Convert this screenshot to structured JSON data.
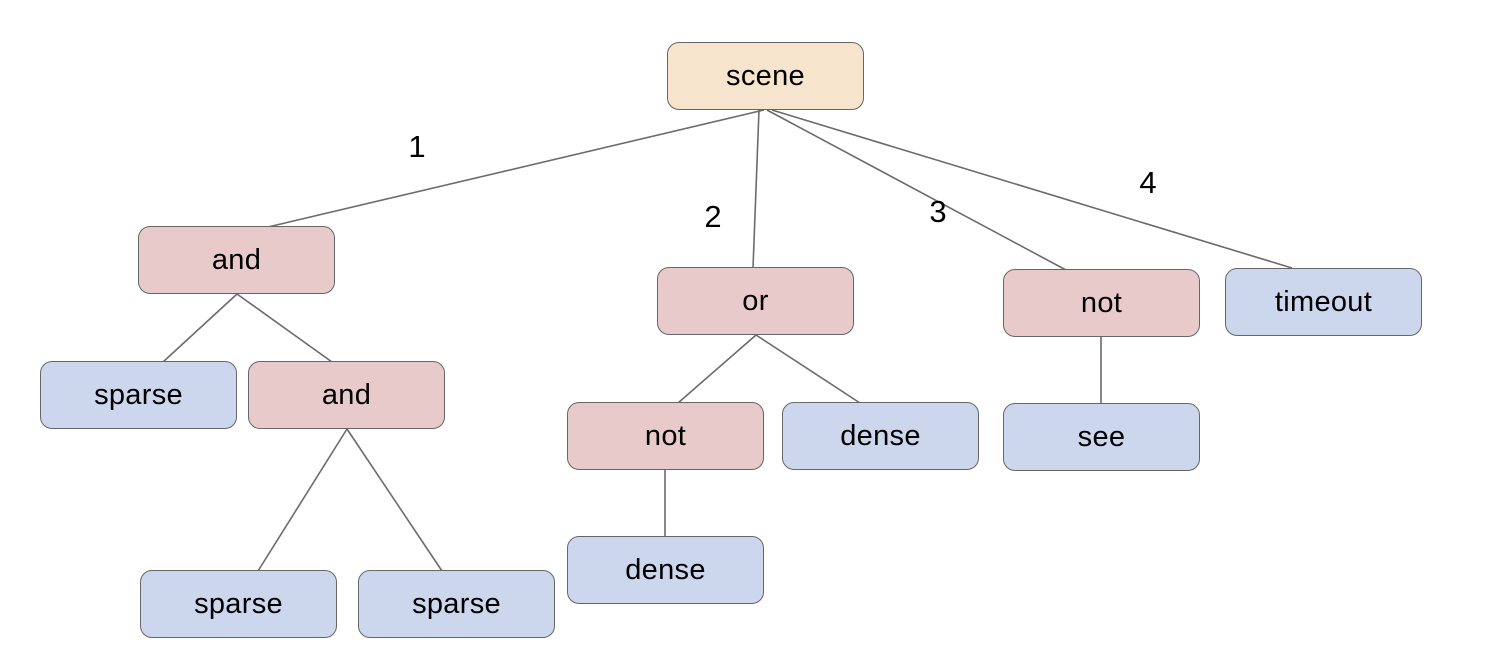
{
  "diagram": {
    "type": "tree",
    "nodes": {
      "scene": {
        "label": "scene",
        "kind": "root"
      },
      "and1": {
        "label": "and",
        "kind": "operator"
      },
      "or1": {
        "label": "or",
        "kind": "operator"
      },
      "not1": {
        "label": "not",
        "kind": "operator"
      },
      "timeout": {
        "label": "timeout",
        "kind": "leaf"
      },
      "sparse1": {
        "label": "sparse",
        "kind": "leaf"
      },
      "and2": {
        "label": "and",
        "kind": "operator"
      },
      "sparse2": {
        "label": "sparse",
        "kind": "leaf"
      },
      "sparse3": {
        "label": "sparse",
        "kind": "leaf"
      },
      "not2": {
        "label": "not",
        "kind": "operator"
      },
      "dense1": {
        "label": "dense",
        "kind": "leaf"
      },
      "dense2": {
        "label": "dense",
        "kind": "leaf"
      },
      "see": {
        "label": "see",
        "kind": "leaf"
      }
    },
    "edges": [
      {
        "from": "scene",
        "to": "and1",
        "label": "1"
      },
      {
        "from": "scene",
        "to": "or1",
        "label": "2"
      },
      {
        "from": "scene",
        "to": "not1",
        "label": "3"
      },
      {
        "from": "scene",
        "to": "timeout",
        "label": "4"
      },
      {
        "from": "and1",
        "to": "sparse1",
        "label": ""
      },
      {
        "from": "and1",
        "to": "and2",
        "label": ""
      },
      {
        "from": "and2",
        "to": "sparse2",
        "label": ""
      },
      {
        "from": "and2",
        "to": "sparse3",
        "label": ""
      },
      {
        "from": "or1",
        "to": "not2",
        "label": ""
      },
      {
        "from": "or1",
        "to": "dense1",
        "label": ""
      },
      {
        "from": "not2",
        "to": "dense2",
        "label": ""
      },
      {
        "from": "not1",
        "to": "see",
        "label": ""
      }
    ],
    "colors": {
      "root_fill": "#f6e4cc",
      "operator_fill": "#e8caca",
      "leaf_fill": "#ccd7ee",
      "node_border": "#666666",
      "edge_line": "#6b6b6b",
      "text": "#000000",
      "background": "#ffffff"
    }
  }
}
